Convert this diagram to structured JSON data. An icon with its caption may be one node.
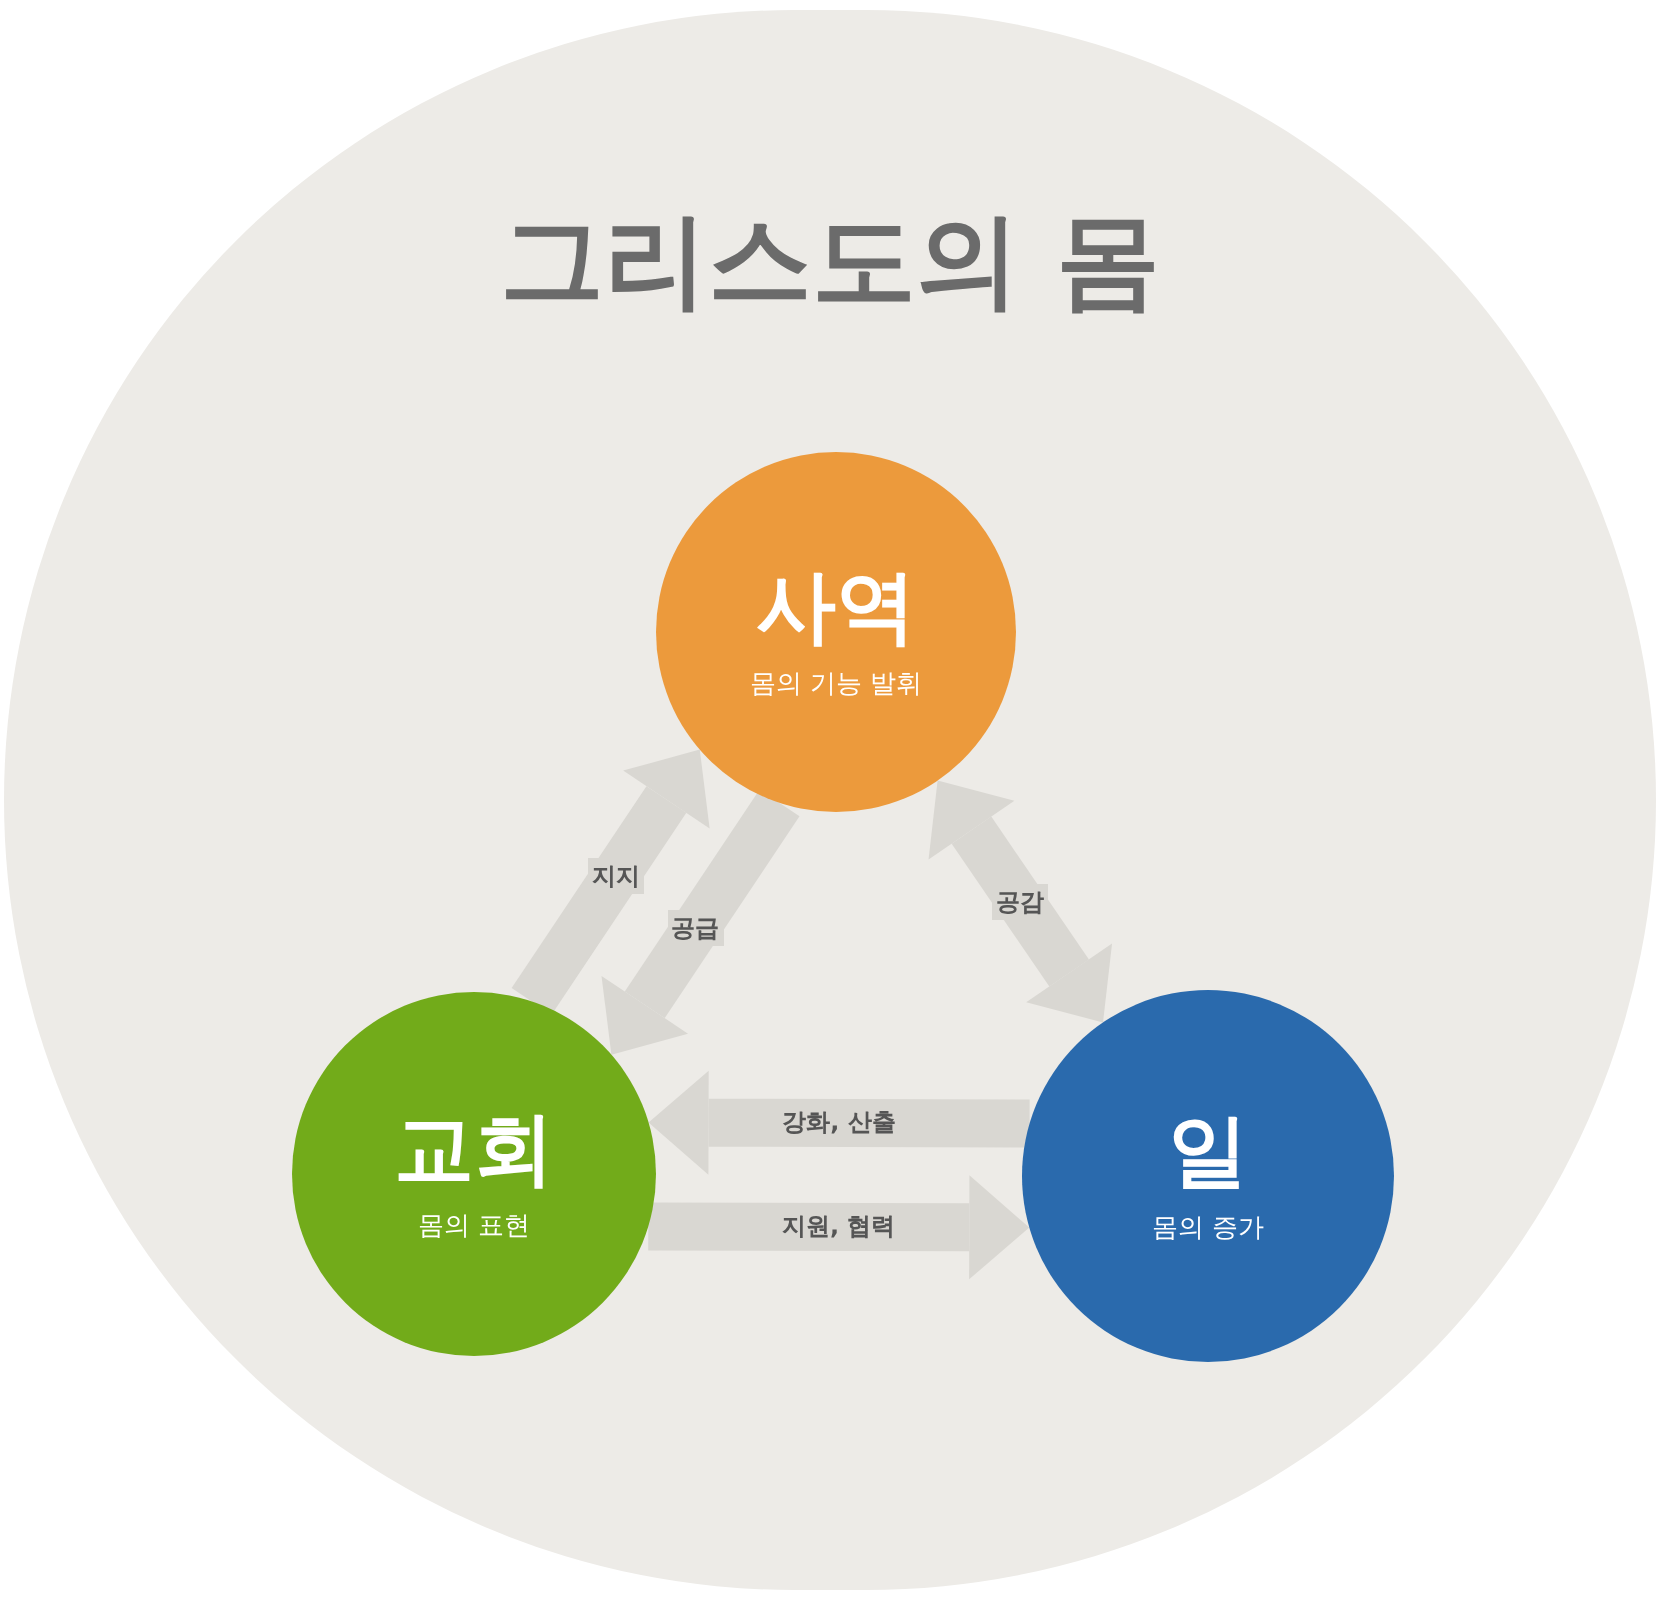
{
  "diagram": {
    "nodes": [
      {
        "text": [
          "그리스도의 몸"
        ]
      },
      {
        "text": [
          "사역",
          "몸의 기능 발휘"
        ],
        "in": 0
      },
      {
        "text": [
          "교회",
          "몸의 표현"
        ],
        "in": 0
      },
      {
        "text": [
          "일",
          "몸의 증가"
        ],
        "in": 0
      }
    ],
    "edges": [
      {
        "from": 1,
        "to": 2,
        "arrow": "to",
        "label": "공급"
      },
      {
        "from": 2,
        "to": 1,
        "arrow": "to",
        "label": "지지"
      },
      {
        "from": 1,
        "to": 3,
        "arrow": "both",
        "label": "공감"
      },
      {
        "from": 3,
        "to": 2,
        "arrow": "to",
        "label": "강화, 산출"
      },
      {
        "from": 2,
        "to": 3,
        "arrow": "to",
        "label": "지원, 협력"
      }
    ]
  }
}
